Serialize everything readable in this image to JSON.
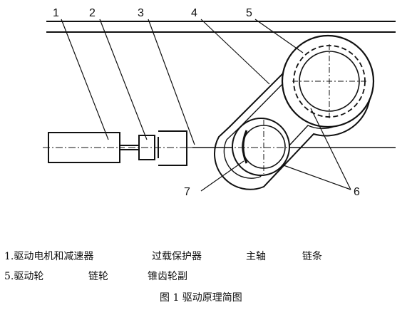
{
  "callouts": [
    "1",
    "2",
    "3",
    "4",
    "5",
    "6",
    "7"
  ],
  "legend": {
    "row1": [
      "1.驱动电机和减速器",
      "过载保护器",
      "主轴",
      "链条"
    ],
    "row2": [
      "5.驱动轮",
      "链轮",
      "锥齿轮副"
    ]
  },
  "caption": "图 1   驱动原理简图"
}
